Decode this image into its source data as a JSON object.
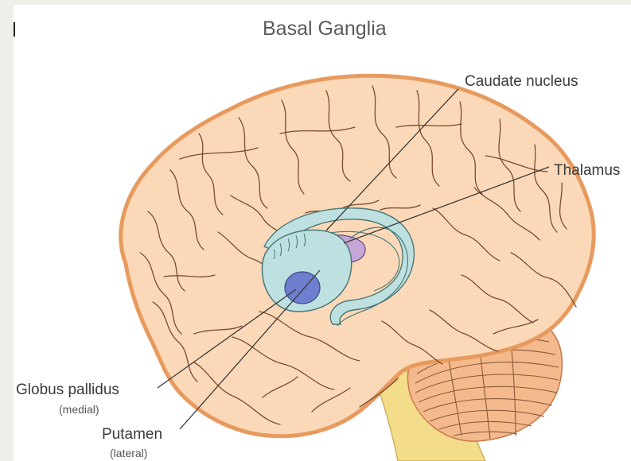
{
  "title": "Basal Ganglia",
  "labels": {
    "caudate": "Caudate nucleus",
    "thalamus": "Thalamus",
    "globus_pallidus": "Globus pallidus",
    "globus_pallidus_note": "(medial)",
    "putamen": "Putamen",
    "putamen_note": "(lateral)"
  },
  "colors": {
    "brain": "#fbd9b8",
    "brain_outline": "#e89a5e",
    "gyri": "#7a4a30",
    "cerebellum": "#f4b98c",
    "brainstem": "#f3dc8a",
    "basal_ganglia": "#bfe0e0",
    "globus_pallidus": "#6f7fcf",
    "thalamus": "#c7a6d8"
  }
}
